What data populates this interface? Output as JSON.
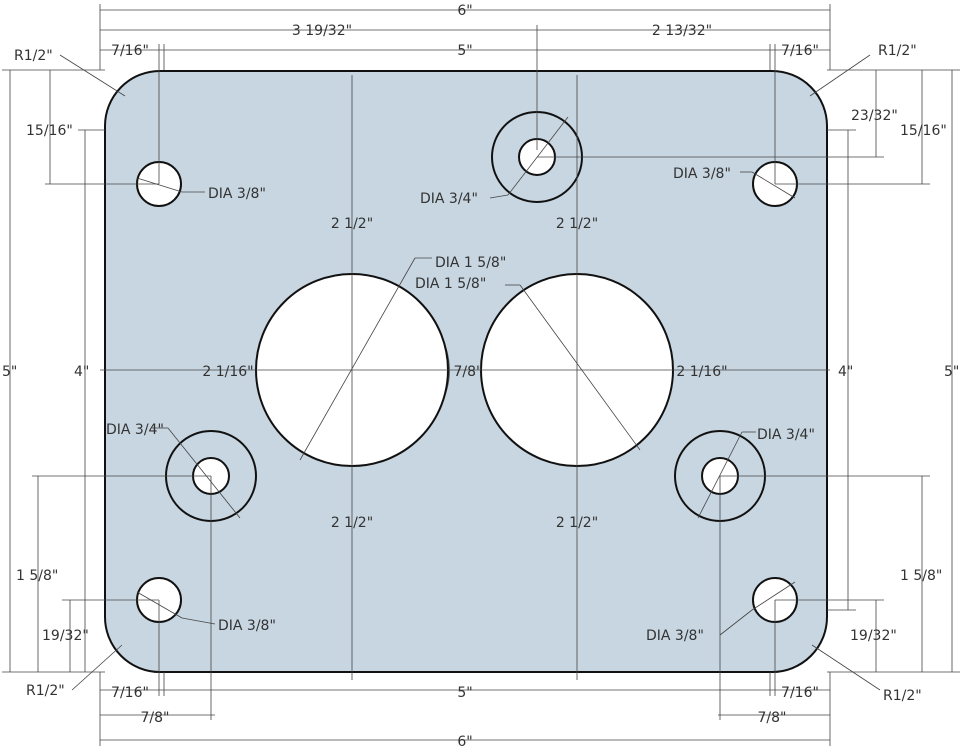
{
  "colors": {
    "plate": "#c7d6e1",
    "outline": "#111111",
    "counterbore": "#5c6167",
    "dimension": "#444444",
    "text": "#333333"
  },
  "labels": {
    "top_overall": "6\"",
    "top_left_span": "3 19/32\"",
    "top_right_span": "2 13/32\"",
    "top_inner": "5\"",
    "tl_offset": "7/16\"",
    "tr_offset": "7/16\"",
    "radius_tl": "R1/2\"",
    "radius_tr": "R1/2\"",
    "radius_bl": "R1/2\"",
    "radius_br": "R1/2\"",
    "left_15_16": "15/16\"",
    "right_23_32": "23/32\"",
    "right_15_16": "15/16\"",
    "dia_38_tl": "DIA 3/8\"",
    "dia_38_tr": "DIA 3/8\"",
    "dia_38_bl": "DIA 3/8\"",
    "dia_38_br": "DIA 3/8\"",
    "dia_34_top": "DIA 3/4\"",
    "dia_34_left": "DIA 3/4\"",
    "dia_34_right": "DIA 3/4\"",
    "dia_158_left": "DIA 1 5/8\"",
    "dia_158_right": "DIA 1 5/8\"",
    "upper_left_212": "2 1/2\"",
    "upper_right_212": "2 1/2\"",
    "lower_left_212": "2 1/2\"",
    "lower_right_212": "2 1/2\"",
    "mid_left_2116": "2 1/16\"",
    "mid_right_2116": "2 1/16\"",
    "mid_78": "7/8\"",
    "left_height_5": "5\"",
    "left_height_4": "4\"",
    "right_height_4": "4\"",
    "right_height_5": "5\"",
    "left_158": "1 5/8\"",
    "right_158": "1 5/8\"",
    "left_1932": "19/32\"",
    "right_1932": "19/32\"",
    "bl_offset": "7/16\"",
    "br_offset": "7/16\"",
    "bottom_inner": "5\"",
    "bl_78": "7/8\"",
    "br_78": "7/8\"",
    "bottom_overall": "6\""
  }
}
